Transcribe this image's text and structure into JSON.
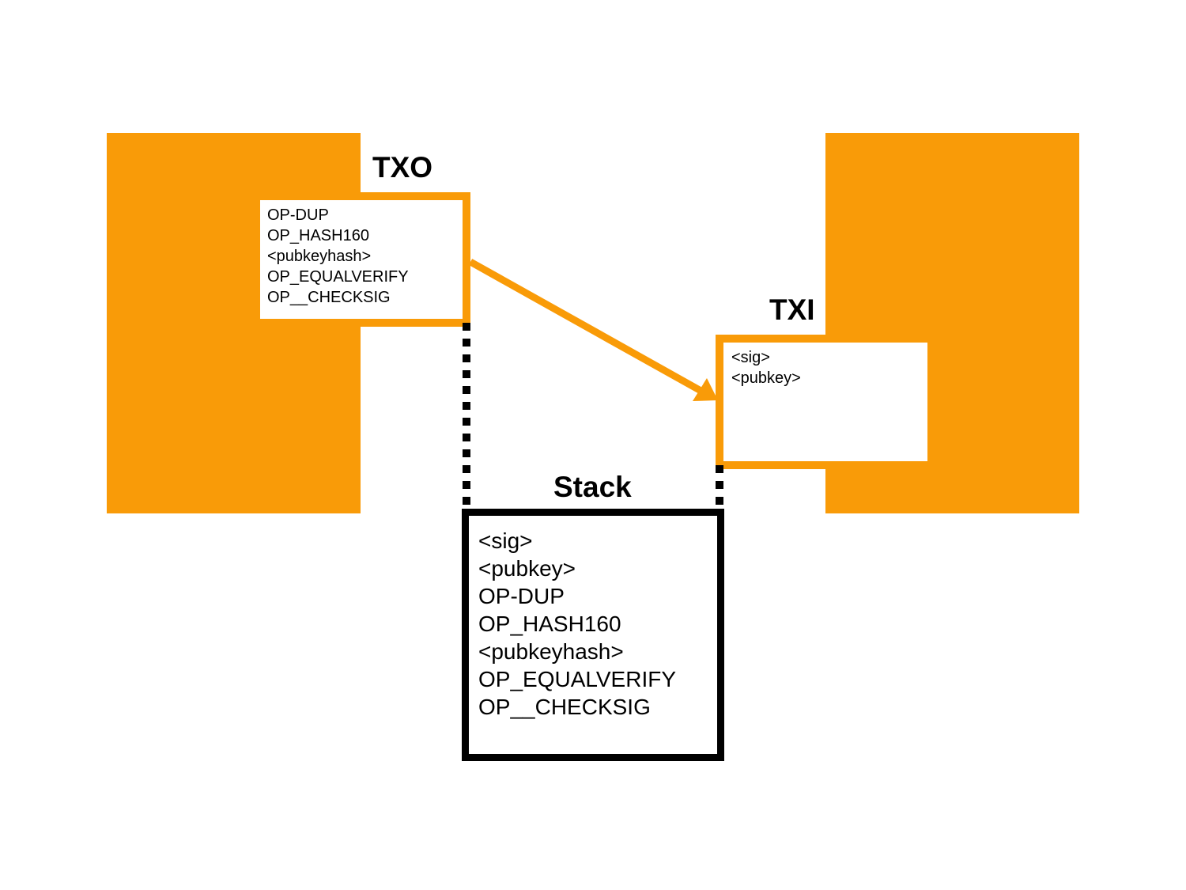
{
  "colors": {
    "accent": "#f99b08",
    "stack_border": "#000000",
    "text": "#000000",
    "background": "#ffffff"
  },
  "txo": {
    "title": "TXO",
    "lines": [
      "OP-DUP",
      "OP_HASH160",
      "<pubkeyhash>",
      "OP_EQUALVERIFY",
      "OP__CHECKSIG"
    ]
  },
  "txi": {
    "title": "TXI",
    "lines": [
      "<sig>",
      "<pubkey>"
    ]
  },
  "stack": {
    "title": "Stack",
    "lines": [
      "<sig>",
      "<pubkey>",
      "OP-DUP",
      "OP_HASH160",
      "<pubkeyhash>",
      "OP_EQUALVERIFY",
      "OP__CHECKSIG"
    ]
  },
  "connectors": {
    "txo_to_txi": "solid-arrow",
    "txo_to_stack": "dotted-line",
    "txi_to_stack": "dotted-line"
  }
}
